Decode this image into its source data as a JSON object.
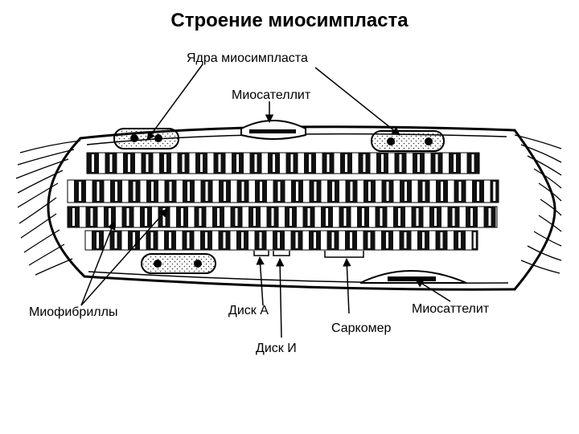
{
  "title": "Строение миосимпласта",
  "labels": {
    "nuclei": "Ядра  миосимпласта",
    "myosatellite_top": "Миосателлит",
    "myofibrils": "Миофибриллы",
    "disk_a": "Диск А",
    "disk_i": "Диск И",
    "sarcomere": "Саркомер",
    "myosatellite_bottom": "Миосаттелит"
  }
}
